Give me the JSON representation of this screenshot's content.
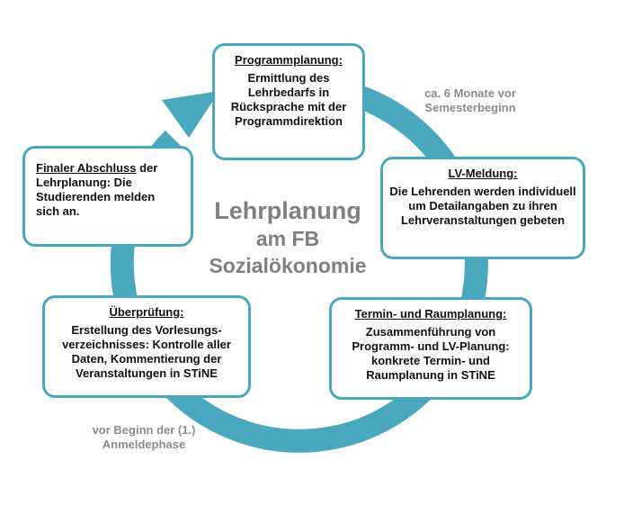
{
  "center": {
    "line1": "Lehrplanung",
    "line2": "am FB",
    "line3": "Sozialökonomie"
  },
  "steps": [
    {
      "title": "Programmplanung:",
      "body": "Ermittlung des Lehrbedarfs in Rücksprache mit der Programmdirektion"
    },
    {
      "title": "LV-Meldung:",
      "body": "Die Lehrenden werden individuell um Detailangaben zu ihren Lehrveranstaltungen gebeten"
    },
    {
      "title": "Termin- und Raumplanung:",
      "body": "Zusammenführung von Programm- und LV-Planung: konkrete Termin- und Raumplanung in STiNE"
    },
    {
      "title": "Überprüfung:",
      "body": "Erstellung des Vorlesungs-verzeichnisses: Kontrolle aller Daten, Kommentierung der Veranstaltungen in STiNE"
    },
    {
      "title": "Finaler Abschluss",
      "body": " der Lehrplanung: Die Studierenden melden sich an."
    }
  ],
  "notes": {
    "top_right": "ca. 6 Monate vor Semesterbeginn",
    "bottom_left": "vor Beginn der (1.) Anmeldephase"
  },
  "colors": {
    "ring": "#4aa8be",
    "border": "#4aa8be",
    "center_text": "#808080",
    "note_text": "#8c8c8c"
  }
}
